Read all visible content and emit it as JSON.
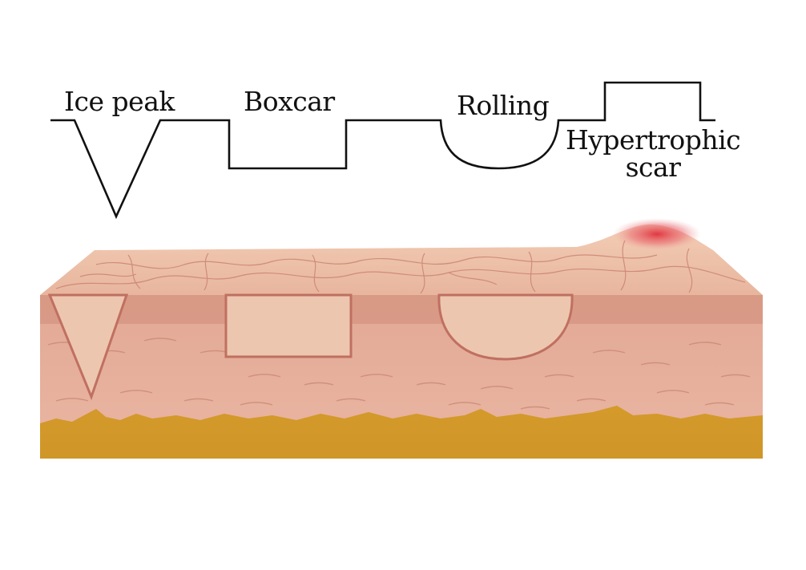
{
  "labels": {
    "ice_peak": "Ice peak",
    "boxcar": "Boxcar",
    "rolling": "Rolling",
    "hypertrophic_line1": "Hypertrophic",
    "hypertrophic_line2": "scar"
  },
  "colors": {
    "background": "#ffffff",
    "outline": "#111111",
    "skin_surface": "#efc4ab",
    "dermis": "#dfa590",
    "dermis_dark": "#c98773",
    "scar_pit": "#edc6b0",
    "fat_layer": "#d49a2a",
    "inflammation": "#e0303a",
    "text": "#111111"
  }
}
